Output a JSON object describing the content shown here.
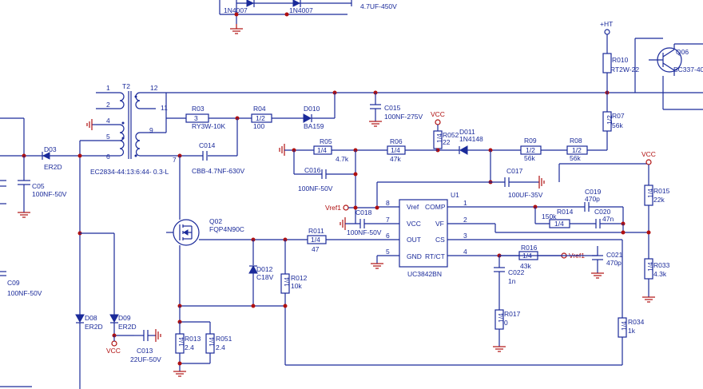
{
  "labels": {
    "d_1n4007_a": "1N4007",
    "d_1n4007_b": "1N4007",
    "c_top": "4.7UF-450V",
    "ht": "+HT",
    "r010": "R010",
    "r010_v": "RT2W-22",
    "q06": "Q06",
    "q06_v": "BC337-40",
    "t2": "T2",
    "t2_p1": "1",
    "t2_p2": "2",
    "t2_p4": "4",
    "t2_p5": "5",
    "t2_p6": "6",
    "t2_p12": "12",
    "t2_p11": "11",
    "t2_p9": "9",
    "t2_p7": "7",
    "t2_v": "EC2834-44:13:6:44-   0.3-L",
    "r03": "R03",
    "r03_box": "3",
    "r03_v": "RY3W-10K",
    "r04": "R04",
    "r04_box": "1/2",
    "r04_v": "100",
    "d010": "D010",
    "d010_v": "BA159",
    "c015": "C015",
    "c015_v": "100NF-275V",
    "r07": "R07",
    "r07_box": "1/2",
    "r07_v": "56k",
    "vcc1": "VCC",
    "r052": "R052",
    "r052_v": "22",
    "r052_box": "1/4",
    "d011": "D011",
    "d011_v": "1N4148",
    "r09": "R09",
    "r09_box": "1/2",
    "r09_v": "56k",
    "r08": "R08",
    "r08_box": "1/2",
    "r08_v": "56k",
    "r05": "R05",
    "r05_box": "1/4",
    "r05_v": "4.7k",
    "r06": "R06",
    "r06_box": "1/4",
    "r06_v": "47k",
    "c016": "C016",
    "c016_v": "100NF-50V",
    "c017": "C017",
    "c017_v": "100UF-35V",
    "d03": "D03",
    "d03_v": "ER2D",
    "c014": "C014",
    "c014_v": "CBB-4.7NF-630V",
    "c05": "C05",
    "c05_v": "100NF-50V",
    "u1": "U1",
    "u1_vref": "Vref",
    "u1_comp": "COMP",
    "u1_vcc": "VCC",
    "u1_vf": "VF",
    "u1_out": "OUT",
    "u1_cs": "CS",
    "u1_gnd": "GND",
    "u1_rtct": "RT/CT",
    "u1_v": "UC3842BN",
    "pin8": "8",
    "pin7": "7",
    "pin6": "6",
    "pin5": "5",
    "pin1": "1",
    "pin2": "2",
    "pin3": "3",
    "pin4": "4",
    "vref1": "Vref1",
    "vref1b": "Vref1",
    "c018": "C018",
    "c018_v": "100NF-50V",
    "c019": "C019",
    "c019_v": "470p",
    "r014": "R014",
    "r014_v": "150k",
    "r014_box": "1/4",
    "c020": "C020",
    "c020_v": "47n",
    "vcc2": "VCC",
    "r015": "R015",
    "r015_box": "1/4",
    "r015_v": "22k",
    "q02": "Q02",
    "q02_v": "FQP4N90C",
    "r011": "R011",
    "r011_box": "1/4",
    "r011_v": "47",
    "r016": "R016",
    "r016_box": "1/4",
    "r016_v": "43k",
    "c021": "C021",
    "c021_v": "470p",
    "r033": "R033",
    "r033_box": "1/4",
    "r033_v": "4.3k",
    "c09": "C09",
    "c09_v": "100NF-50V",
    "d012": "D012",
    "d012_v": "C18V",
    "r012": "R012",
    "r012_box": "1/4",
    "r012_v": "10k",
    "c022": "C022",
    "c022_v": "1n",
    "r017": "R017",
    "r017_box": "1/4",
    "r017_v": "0",
    "d08": "D08",
    "d08_v": "ER2D",
    "d09": "D09",
    "d09_v": "ER2D",
    "vcc3": "VCC",
    "c013": "C013",
    "c013_v": "22UF-50V",
    "r013": "R013",
    "r013_box": "1/4",
    "r013_v": "2.4",
    "r051": "R051",
    "r051_box": "1/4",
    "r051_v": "2.4",
    "r034": "R034",
    "r034_box": "1/4",
    "r034_v": "1k"
  },
  "colors": {
    "wire": "#1a2a9a",
    "ground": "#b01010",
    "junction": "#b01010",
    "background": "#ffffff"
  }
}
